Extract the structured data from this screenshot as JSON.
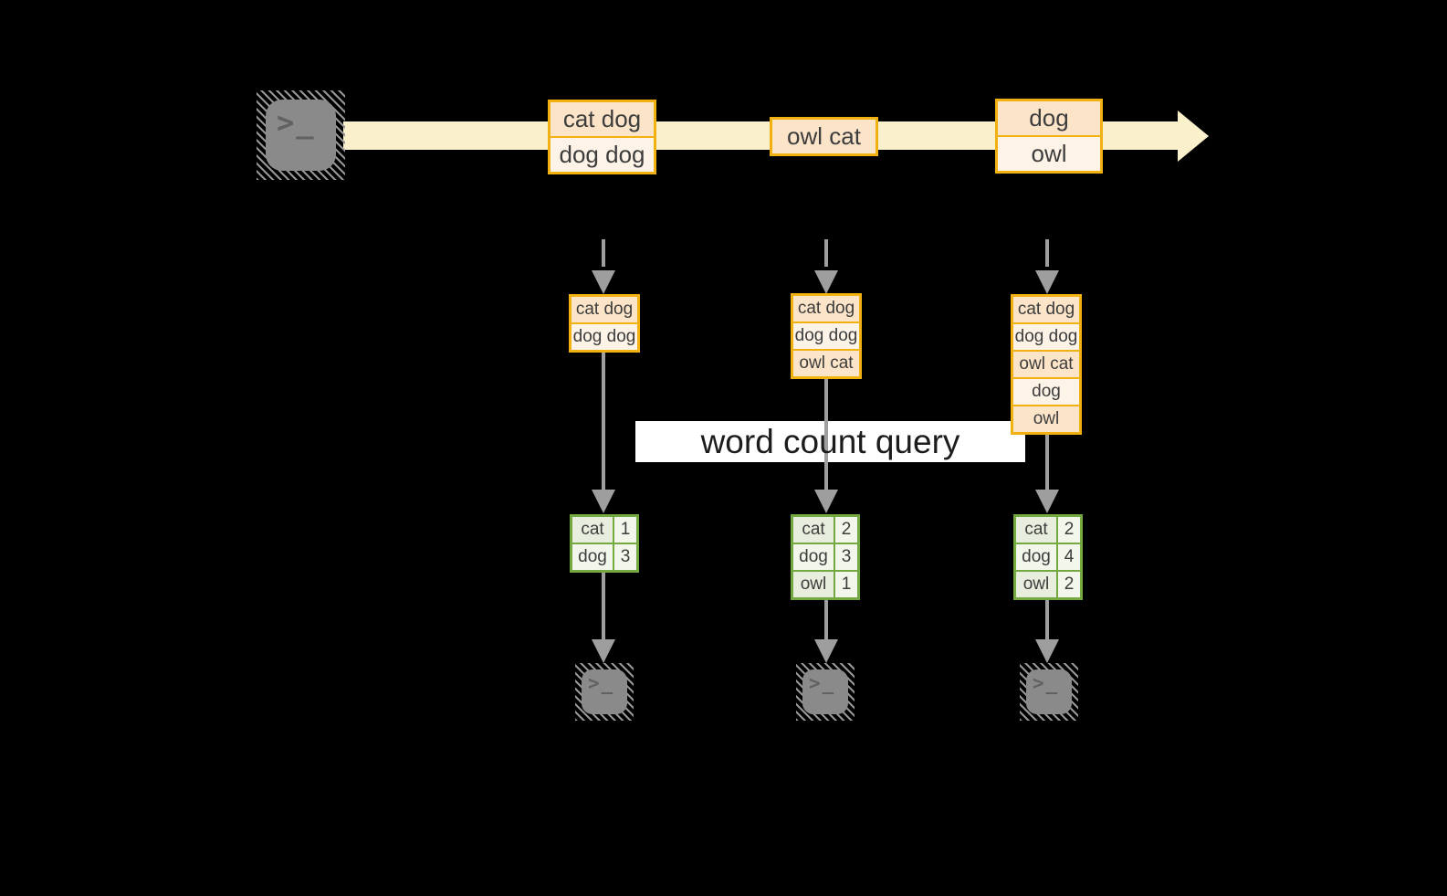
{
  "query_label": "word count query",
  "terminal_prompt": ">_",
  "colors": {
    "background": "#000000",
    "stream_arrow": "#faf0cc",
    "event_border": "#f1b211",
    "event_fill_dark": "#fbe4c8",
    "event_fill_light": "#fdf3e7",
    "table_border": "#73a940",
    "table_fill_dark": "#e8eede",
    "table_fill_light": "#f2f6eb",
    "connector_gray": "#9e9e9e",
    "terminal_gray": "#8a8a8a",
    "label_background": "#ffffff"
  },
  "stream": {
    "events": [
      {
        "lines": [
          "cat dog",
          "dog dog"
        ]
      },
      {
        "lines": [
          "owl cat"
        ]
      },
      {
        "lines": [
          "dog",
          "owl"
        ]
      }
    ]
  },
  "columns": [
    {
      "buffer": [
        "cat dog",
        "dog dog"
      ],
      "counts": [
        {
          "word": "cat",
          "count": "1"
        },
        {
          "word": "dog",
          "count": "3"
        }
      ]
    },
    {
      "buffer": [
        "cat dog",
        "dog dog",
        "owl cat"
      ],
      "counts": [
        {
          "word": "cat",
          "count": "2"
        },
        {
          "word": "dog",
          "count": "3"
        },
        {
          "word": "owl",
          "count": "1"
        }
      ]
    },
    {
      "buffer": [
        "cat dog",
        "dog dog",
        "owl cat",
        "dog",
        "owl"
      ],
      "counts": [
        {
          "word": "cat",
          "count": "2"
        },
        {
          "word": "dog",
          "count": "4"
        },
        {
          "word": "owl",
          "count": "2"
        }
      ]
    }
  ]
}
